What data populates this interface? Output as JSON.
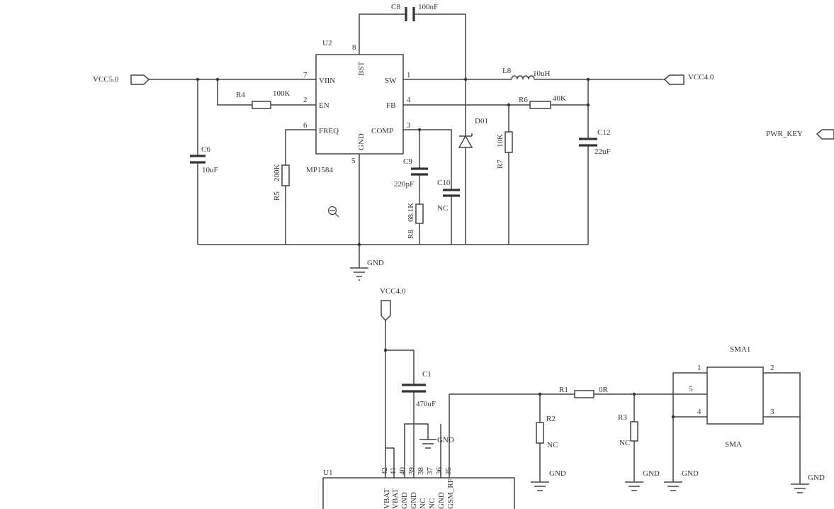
{
  "top": {
    "u2": {
      "ref": "U2",
      "part": "MP1584",
      "pins": {
        "vin": "VIIN",
        "en": "EN",
        "freq": "FREQ",
        "bst": "BST",
        "sw": "SW",
        "fb": "FB",
        "comp": "COMP",
        "gnd": "GND"
      },
      "pin_numbers": {
        "vin": "7",
        "en": "2",
        "freq": "6",
        "bst": "8",
        "sw": "1",
        "fb": "4",
        "comp": "3",
        "gnd": "5"
      }
    },
    "ports": {
      "vcc5": "VCC5.0",
      "vcc4_out": "VCC4.0",
      "pwr_key": "PWR_KEY"
    },
    "c8": {
      "ref": "C8",
      "value": "100nF"
    },
    "l8": {
      "ref": "L8",
      "value": "10uH"
    },
    "r4": {
      "ref": "R4",
      "value": "100K"
    },
    "r6": {
      "ref": "R6",
      "value": "40K"
    },
    "c6": {
      "ref": "C6",
      "value": "10uF"
    },
    "r5": {
      "ref": "R5",
      "value": "200K"
    },
    "c9": {
      "ref": "C9",
      "value": "220pF"
    },
    "r8": {
      "ref": "R8",
      "value": "68.1K"
    },
    "c10": {
      "ref": "C10",
      "value": "NC"
    },
    "d01": {
      "ref": "D01"
    },
    "r7": {
      "ref": "R7",
      "value": "10K"
    },
    "c12": {
      "ref": "C12",
      "value": "22uF"
    },
    "gnd": "GND"
  },
  "bottom": {
    "vcc4": "VCC4.0",
    "c1": {
      "ref": "C1",
      "value": "470uF"
    },
    "gnd_cap": "GND",
    "u1": {
      "ref": "U1",
      "pin_numbers": [
        "42",
        "41",
        "40",
        "39",
        "38",
        "37",
        "36",
        "35"
      ],
      "pin_names": [
        "VBAT",
        "VBAT",
        "GND",
        "GND",
        "NC",
        "NC",
        "GND",
        "GSM_RF"
      ]
    },
    "r1": {
      "ref": "R1",
      "value": "0R"
    },
    "r2": {
      "ref": "R2",
      "value": "NC"
    },
    "r3": {
      "ref": "R3",
      "value": "NC"
    },
    "sma1": {
      "ref": "SMA1",
      "part": "SMA",
      "pins": [
        "1",
        "2",
        "5",
        "4",
        "3"
      ]
    },
    "gnd_labels": [
      "GND",
      "GND",
      "GND",
      "GND"
    ]
  }
}
